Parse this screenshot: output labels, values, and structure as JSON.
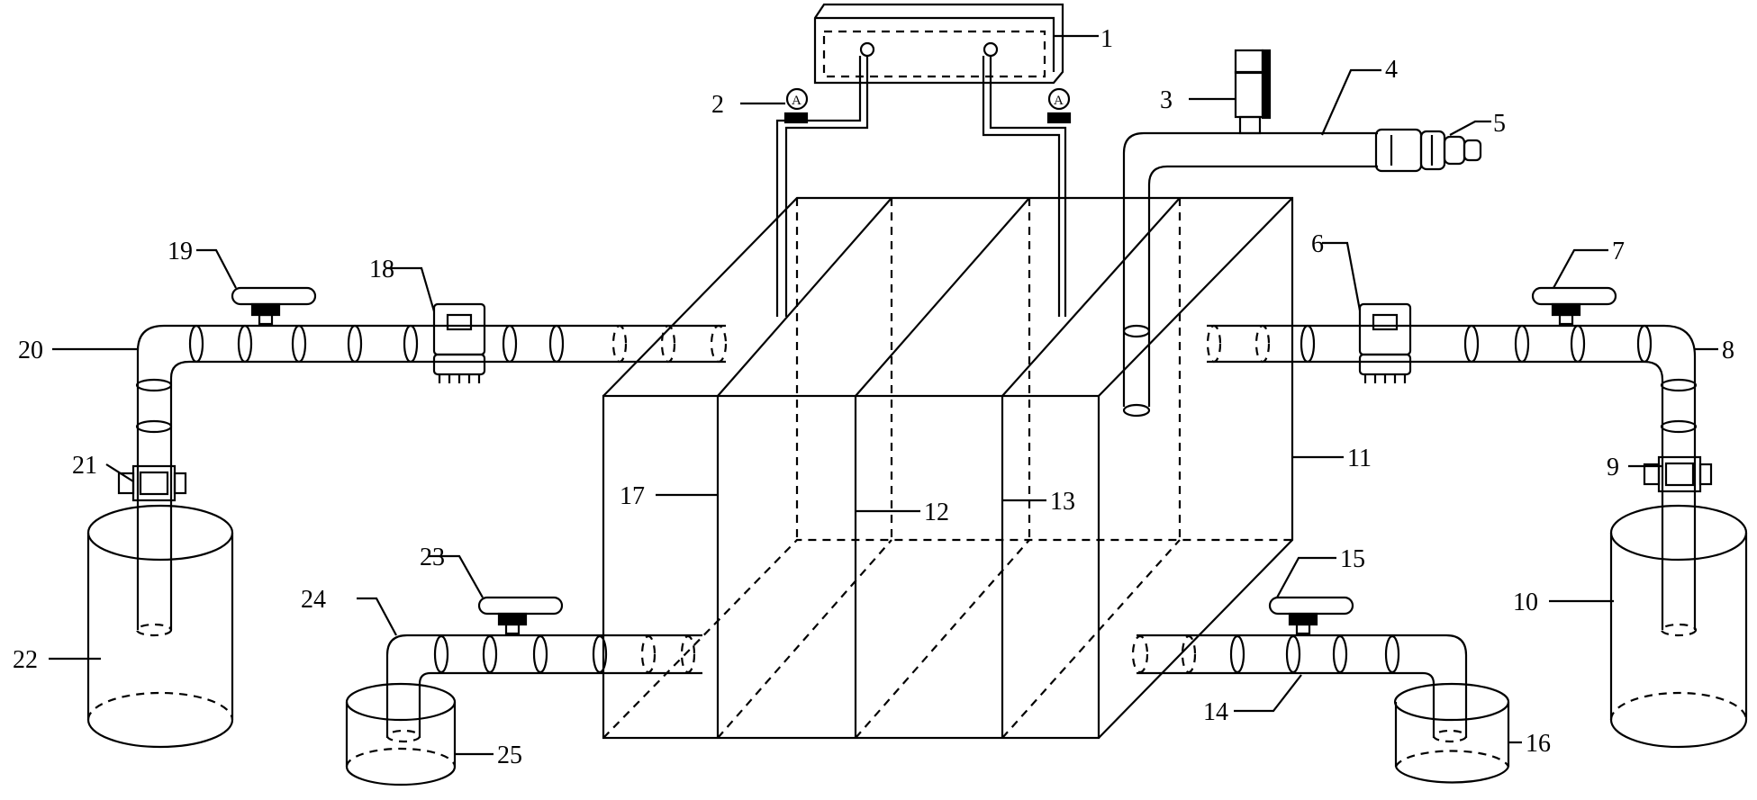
{
  "labels": [
    "1",
    "2",
    "3",
    "4",
    "5",
    "6",
    "7",
    "8",
    "9",
    "10",
    "11",
    "12",
    "13",
    "14",
    "15",
    "16",
    "17",
    "18",
    "19",
    "20",
    "21",
    "22",
    "23",
    "24",
    "25"
  ],
  "meter_glyph": "A"
}
